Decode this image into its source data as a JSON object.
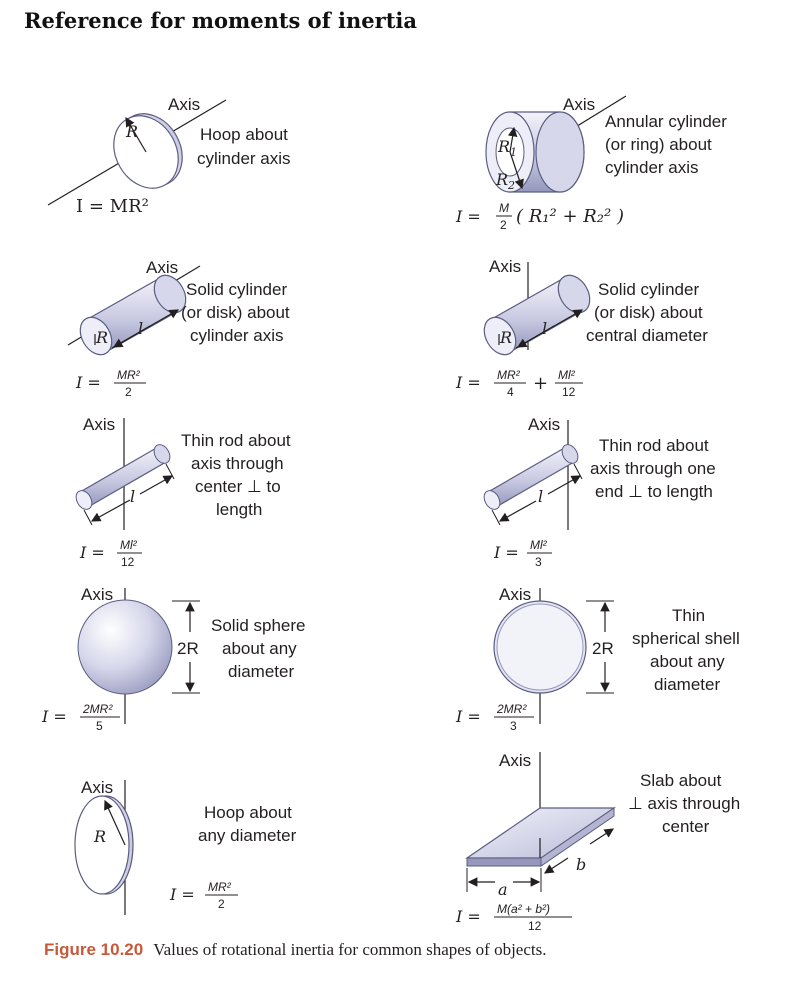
{
  "title": "Reference for moments of inertia",
  "axis_label": "Axis",
  "caption": {
    "label": "Figure 10.20",
    "text": "Values of rotational inertia for common shapes of objects."
  },
  "shapes": {
    "hoop_axis": {
      "desc": [
        "Hoop about",
        "cylinder axis"
      ],
      "formula": "I = MR²",
      "r": "R"
    },
    "annular": {
      "desc": [
        "Annular cylinder",
        "(or ring) about",
        "cylinder axis"
      ],
      "r1": "R",
      "r1_sub": "1",
      "r2": "R",
      "r2_sub": "2",
      "f_i": "I =",
      "f_num": "M",
      "f_den": "2",
      "f_rest": "( R₁² + R₂² )"
    },
    "solid_cyl_axis": {
      "desc": [
        "Solid cylinder",
        "(or disk) about",
        "cylinder axis"
      ],
      "r": "R",
      "l": "l",
      "f_i": "I =",
      "f_num": "MR²",
      "f_den": "2"
    },
    "solid_cyl_diam": {
      "desc": [
        "Solid cylinder",
        "(or disk) about",
        "central diameter"
      ],
      "r": "R",
      "l": "l",
      "f_i": "I =",
      "f_num1": "MR²",
      "f_den1": "4",
      "f_plus": "+",
      "f_num2": "Ml²",
      "f_den2": "12"
    },
    "rod_center": {
      "desc": [
        "Thin rod about",
        "axis through",
        "center ⊥ to",
        "length"
      ],
      "l": "l",
      "f_i": "I =",
      "f_num": "Ml²",
      "f_den": "12"
    },
    "rod_end": {
      "desc": [
        "Thin rod about",
        "axis through one",
        "end ⊥ to length"
      ],
      "l": "l",
      "f_i": "I =",
      "f_num": "Ml²",
      "f_den": "3"
    },
    "solid_sphere": {
      "desc": [
        "Solid sphere",
        "about any",
        "diameter"
      ],
      "dim": "2R",
      "f_i": "I =",
      "f_num": "2MR²",
      "f_den": "5"
    },
    "shell": {
      "desc": [
        "Thin",
        "spherical shell",
        "about any",
        "diameter"
      ],
      "dim": "2R",
      "f_i": "I =",
      "f_num": "2MR²",
      "f_den": "3"
    },
    "hoop_diam": {
      "desc": [
        "Hoop about",
        "any diameter"
      ],
      "r": "R",
      "f_i": "I =",
      "f_num": "MR²",
      "f_den": "2"
    },
    "slab": {
      "desc": [
        "Slab about",
        "⊥ axis through",
        "center"
      ],
      "a": "a",
      "b": "b",
      "f_i": "I =",
      "f_num": "M(a² + b²)",
      "f_den": "12"
    }
  },
  "colors": {
    "shape_light": "#e9e9f5",
    "shape_mid": "#c4c5de",
    "shape_dark": "#8d8fb5",
    "stroke": "#5b5d80",
    "caption_accent": "#c8593a"
  }
}
